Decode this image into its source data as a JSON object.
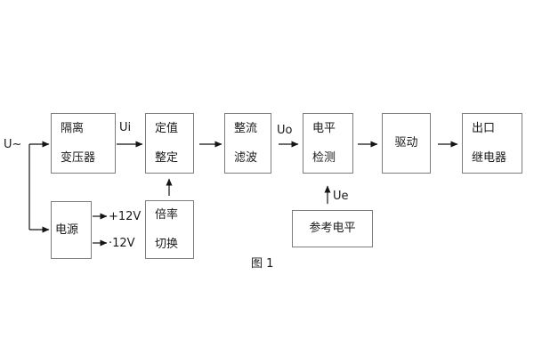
{
  "figure": {
    "caption": "图 1",
    "labels": {
      "input": "U~",
      "ui": "Ui",
      "uo": "Uo",
      "ue": "Ue",
      "rail_pos": "+12V",
      "rail_neg": "·12V"
    },
    "blocks": {
      "isolation_transformer": {
        "line1": "隔离",
        "line2": "变压器"
      },
      "setting": {
        "line1": "定值",
        "line2": "整定"
      },
      "rectifier_filter": {
        "line1": "整流",
        "line2": "滤波"
      },
      "level_detection": {
        "line1": "电平",
        "line2": "检测"
      },
      "drive": {
        "label": "驱动"
      },
      "output_relay": {
        "line1": "出口",
        "line2": "继电器"
      },
      "power_supply": {
        "label": "电源"
      },
      "ratio_switch": {
        "line1": "倍率",
        "line2": "切换"
      },
      "reference_level": {
        "label": "参考电平"
      }
    },
    "colors": {
      "box_border": "#7d7d7d",
      "text": "#1a1a1a",
      "connector": "#151515",
      "background": "#ffffff"
    }
  }
}
